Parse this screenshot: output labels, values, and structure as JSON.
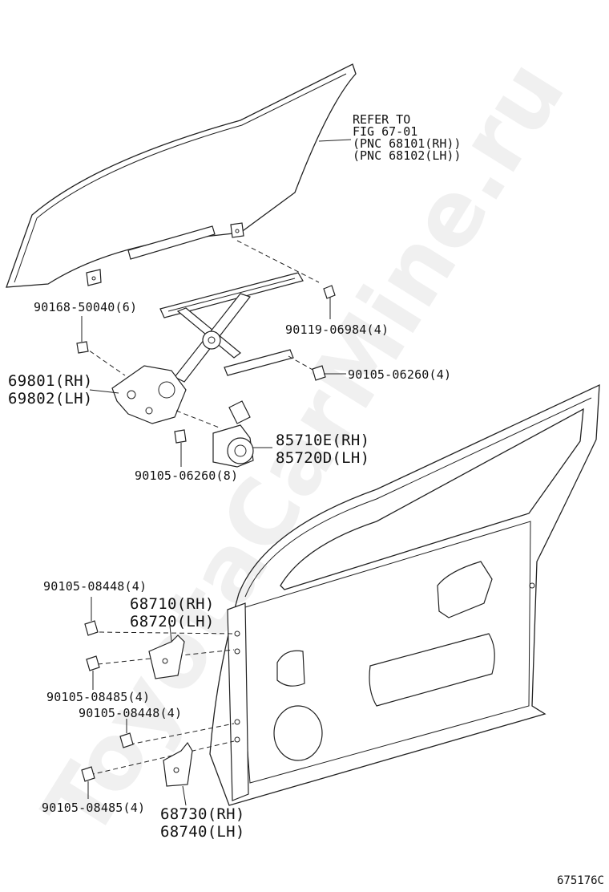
{
  "watermark": "ToyotaCarMine.ru",
  "refer_note": [
    "REFER TO",
    "FIG 67-01",
    "(PNC 68101(RH))",
    "(PNC 68102(LH))"
  ],
  "callouts": {
    "bolt_90168": "90168-50040(6)",
    "bolt_90119": "90119-06984(4)",
    "bolt_90105_06260_4": "90105-06260(4)",
    "regulator_rh": "69801(RH)",
    "regulator_lh": "69802(LH)",
    "motor_rh": "85710E(RH)",
    "motor_lh": "85720D(LH)",
    "bolt_90105_06260_8": "90105-06260(8)",
    "bolt_90105_08448_upper": "90105-08448(4)",
    "hinge_upper_rh": "68710(RH)",
    "hinge_upper_lh": "68720(LH)",
    "bolt_90105_08485_upper": "90105-08485(4)",
    "bolt_90105_08448_lower": "90105-08448(4)",
    "bolt_90105_08485_lower": "90105-08485(4)",
    "hinge_lower_rh": "68730(RH)",
    "hinge_lower_lh": "68740(LH)"
  },
  "figure_code": "675176C"
}
